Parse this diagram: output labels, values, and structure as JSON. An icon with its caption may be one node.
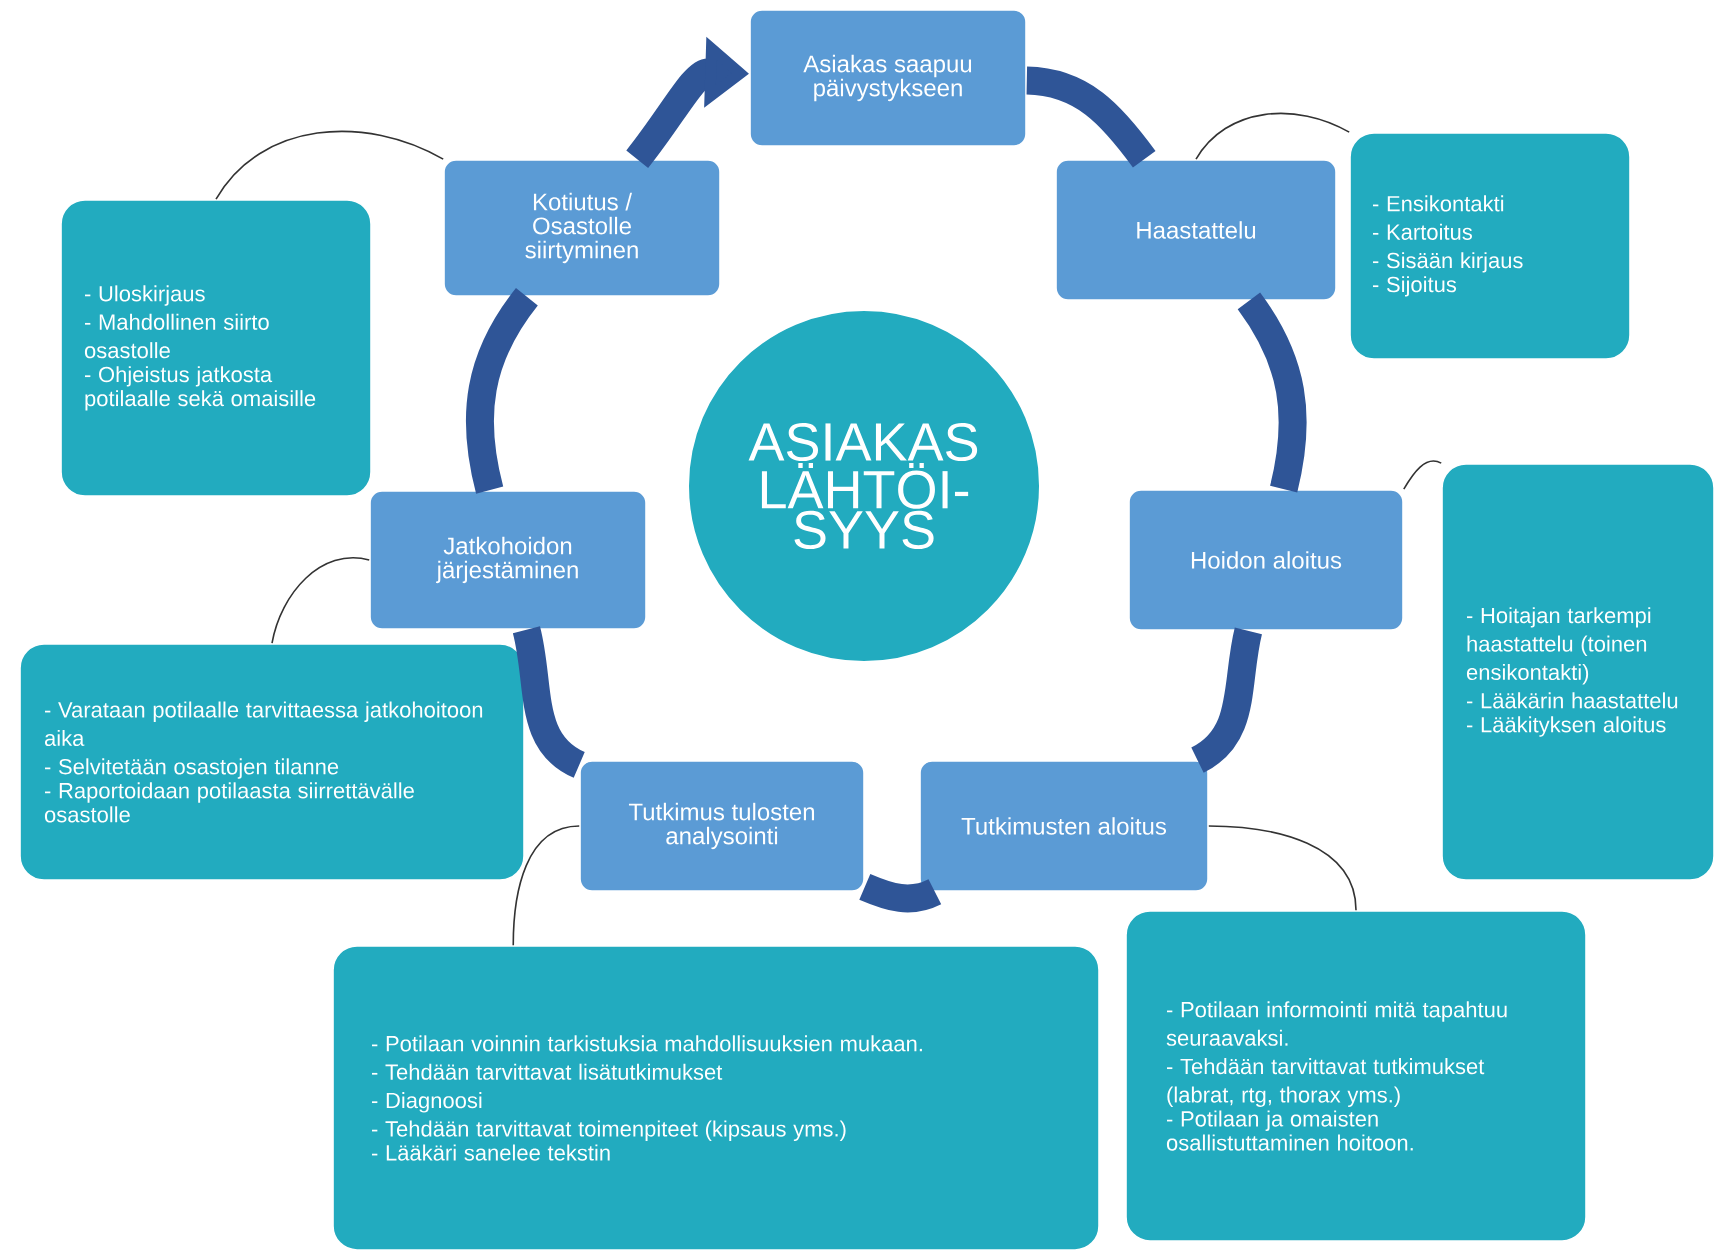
{
  "diagram": {
    "nodes": [
      {
        "text": [
          "ASIAKAS LÄHTÖI-SYYS"
        ]
      },
      {
        "text": [
          "Asiakas saapuu päivystykseen"
        ]
      },
      {
        "text": [
          "Haastattelu"
        ]
      },
      {
        "text": [
          "Hoidon aloitus"
        ]
      },
      {
        "text": [
          "Tutkimusten aloitus"
        ]
      },
      {
        "text": [
          "Tutkimus tulosten analysointi"
        ]
      },
      {
        "text": [
          "Jatkohoidon järjestäminen"
        ]
      },
      {
        "text": [
          "Kotiutus / Osastolle siirtyminen"
        ]
      },
      {
        "text": [
          "- Ensikontakti",
          "- Kartoitus",
          "- Sisään kirjaus",
          "- Sijoitus"
        ]
      },
      {
        "text": [
          "- Hoitajan tarkempi haastattelu (toinen ensikontakti)",
          "- Lääkärin haastattelu",
          "- Lääkityksen aloitus"
        ]
      },
      {
        "text": [
          "- Potilaan informointi mitä tapahtuu seuraavaksi.",
          "- Tehdään tarvittavat tutkimukset (labrat, rtg, thorax yms.)",
          "- Potilaan ja omaisten osallistuttaminen hoitoon."
        ]
      },
      {
        "text": [
          "- Potilaan voinnin tarkistuksia mahdollisuuksien mukaan.",
          "- Tehdään tarvittavat lisätutkimukset",
          "- Diagnoosi",
          "- Tehdään tarvittavat toimenpiteet (kipsaus yms.)",
          "- Lääkäri sanelee tekstin"
        ]
      },
      {
        "text": [
          "- Varataan potilaalle tarvittaessa jatkohoitoon aika",
          "- Selvitetään osastojen tilanne",
          "- Raportoidaan potilaasta siirrettävälle osastolle"
        ]
      },
      {
        "text": [
          "- Uloskirjaus",
          "- Mahdollinen siirto osastolle",
          "- Ohjeistus jatkosta potilaalle sekä omaisille"
        ]
      }
    ],
    "edges": [
      {
        "from": 1,
        "to": 2,
        "arrow": "none"
      },
      {
        "from": 2,
        "to": 3,
        "arrow": "none"
      },
      {
        "from": 3,
        "to": 4,
        "arrow": "none"
      },
      {
        "from": 4,
        "to": 5,
        "arrow": "none"
      },
      {
        "from": 5,
        "to": 6,
        "arrow": "none"
      },
      {
        "from": 6,
        "to": 7,
        "arrow": "none"
      },
      {
        "from": 7,
        "to": 1,
        "arrow": "to"
      },
      {
        "from": 2,
        "to": 8,
        "arrow": "none",
        "color": "#333333"
      },
      {
        "from": 3,
        "to": 9,
        "arrow": "none",
        "color": "#333333"
      },
      {
        "from": 4,
        "to": 10,
        "arrow": "none",
        "color": "#333333"
      },
      {
        "from": 5,
        "to": 11,
        "arrow": "none",
        "color": "#333333"
      },
      {
        "from": 6,
        "to": 12,
        "arrow": "none",
        "color": "#333333"
      },
      {
        "from": 7,
        "to": 13,
        "arrow": "none",
        "color": "#333333"
      }
    ]
  }
}
